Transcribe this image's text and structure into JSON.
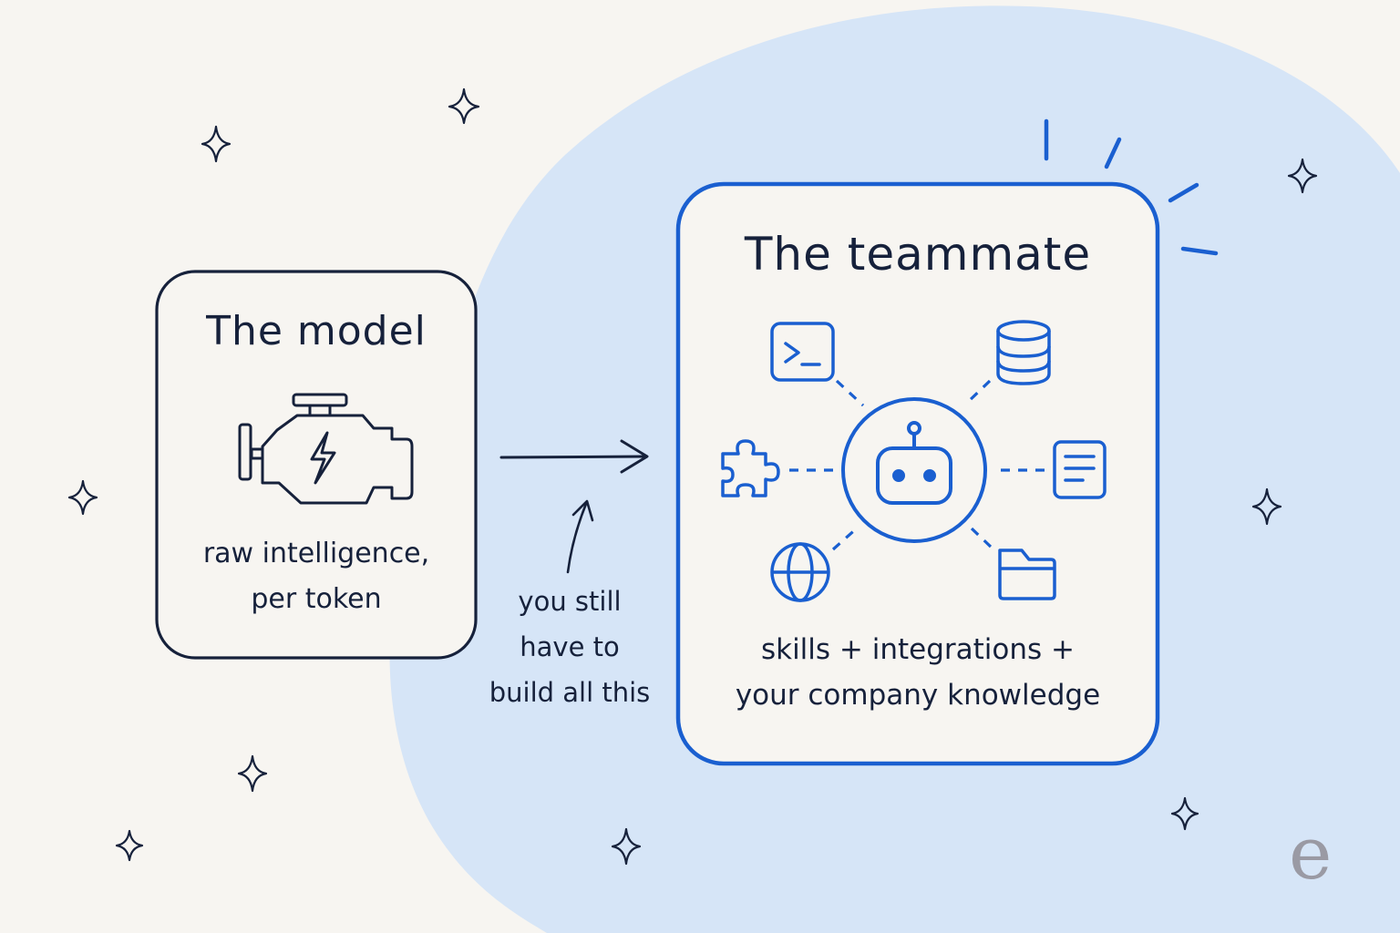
{
  "model_card": {
    "title": "The model",
    "subtitle_line1": "raw intelligence,",
    "subtitle_line2": "per token",
    "icon": "engine-icon"
  },
  "annotation": {
    "line1": "you still",
    "line2": "have to",
    "line3": "build all this"
  },
  "teammate_card": {
    "title": "The teammate",
    "subtitle_line1": "skills + integrations +",
    "subtitle_line2": "your company knowledge",
    "center_icon": "robot-icon",
    "tools": [
      "terminal-icon",
      "database-icon",
      "puzzle-icon",
      "document-icon",
      "globe-icon",
      "folder-icon"
    ]
  },
  "logo": {
    "text": "e"
  },
  "colors": {
    "background": "#f7f5f1",
    "blob": "#d6e5f7",
    "ink": "#16213b",
    "accent": "#1a5fd0",
    "logo": "#9a9aa4"
  }
}
